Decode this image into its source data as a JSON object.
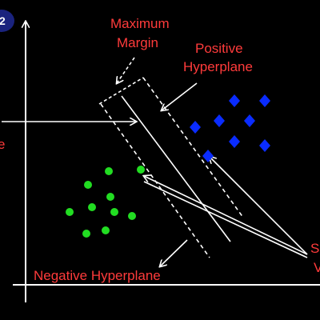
{
  "colors": {
    "background": "#000000",
    "lines": "#ffffff",
    "labels": "#ff3b3b",
    "positive_points": "#0a2cff",
    "negative_points": "#22dd22",
    "badge": "#1a237e"
  },
  "badge": {
    "text": "2"
  },
  "labels": {
    "maximum_margin": [
      "Maximum",
      "Margin"
    ],
    "positive_hyperplane": [
      "Positive",
      "Hyperplane"
    ],
    "negative_hyperplane": "Negative Hyperplane",
    "left_cut": "e",
    "support_vectors_cut": [
      "S",
      "V"
    ]
  },
  "legend": {
    "positive_marker": "diamond",
    "negative_marker": "circle"
  }
}
